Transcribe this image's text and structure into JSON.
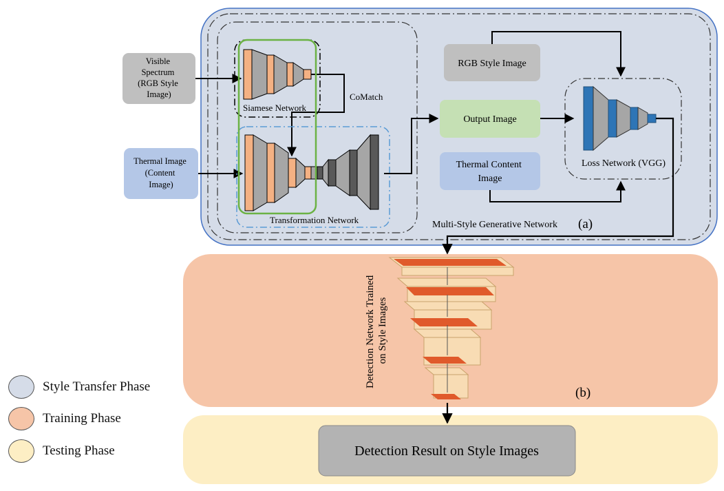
{
  "phases": {
    "style_transfer": {
      "label": "Style Transfer Phase",
      "color": "#d5dce8"
    },
    "training": {
      "label": "Training Phase",
      "color": "#f6c5a8"
    },
    "testing": {
      "label": "Testing Phase",
      "color": "#fdeec4"
    }
  },
  "inputs": {
    "visible": {
      "lines": [
        "Visible",
        "Spectrum",
        "(RGB Style",
        "Image)"
      ],
      "color": "#bfbfbf"
    },
    "thermal": {
      "lines": [
        "Thermal Image",
        "(Content",
        "Image)"
      ],
      "color": "#b4c7e7"
    }
  },
  "networks": {
    "siamese": "Siamese Network",
    "comatch": "CoMatch",
    "transformation": "Transformation Network",
    "loss": "Loss Network (VGG)"
  },
  "boxes": {
    "rgb_style": {
      "label": "RGB Style Image",
      "color": "#bfbfbf"
    },
    "output": {
      "label": "Output Image",
      "color": "#c5e0b4"
    },
    "thermal_content": {
      "lines": [
        "Thermal Content",
        "Image"
      ],
      "color": "#b4c7e7"
    },
    "result": {
      "label": "Detection Result on Style Images",
      "color": "#b3b3b3"
    }
  },
  "captions": {
    "msg_network": "Multi-Style Generative Network",
    "tag_a": "(a)",
    "tag_b": "(b)",
    "detection_lines": [
      "Detection Network Trained",
      "on Style Images"
    ]
  },
  "colors": {
    "layer_orange": "#f4b183",
    "layer_gray": "#a6a6a6",
    "layer_dark": "#595959",
    "vgg_blue": "#2e75b6",
    "det_light": "#f8dcb4",
    "det_red": "#e05a2b",
    "siamese_frame": "#6bb244",
    "transform_frame": "#5b9bd5"
  }
}
